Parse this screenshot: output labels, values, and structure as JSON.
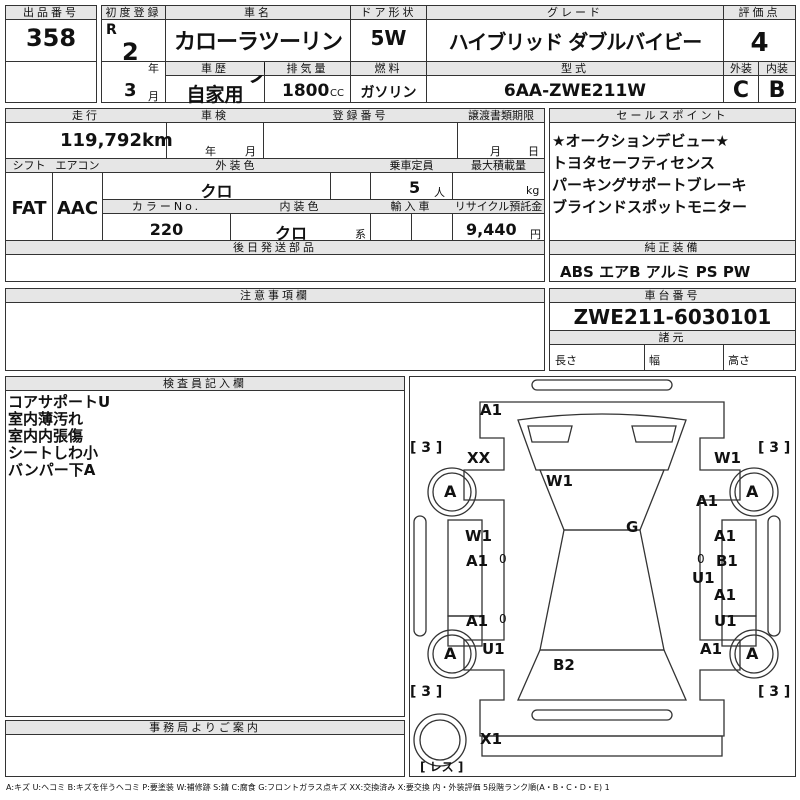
{
  "header": {
    "lot_label": "出品番号",
    "lot_number": "358",
    "first_reg_label": "初度登録",
    "era": "R",
    "year": "2",
    "year_unit": "年",
    "month": "3",
    "month_unit": "月",
    "car_name_label": "車名",
    "car_name": "カローラツーリング",
    "door_label": "ドア形状",
    "door": "5W",
    "grade_label": "グレード",
    "grade": "ハイブリッド ダブルバイビー",
    "score_label": "評価点",
    "score": "4",
    "history_label": "車歴",
    "history": "自家用",
    "displacement_label": "排気量",
    "displacement": "1800",
    "displacement_unit": "CC",
    "fuel_label": "燃料",
    "fuel": "ガソリン",
    "model_label": "型式",
    "model": "6AA-ZWE211W",
    "exterior_label": "外装",
    "exterior": "C",
    "interior_label": "内装",
    "interior": "B"
  },
  "row2": {
    "mileage_label": "走行",
    "mileage": "119,792",
    "mileage_unit": "km",
    "inspection_label": "車検",
    "inspection_year_unit": "年",
    "inspection_month_unit": "月",
    "registration_label": "登録番号",
    "transfer_label": "譲渡書類期限",
    "transfer_month_unit": "月",
    "transfer_day_unit": "日",
    "shift_label": "シフト",
    "shift": "FAT",
    "ac_label": "エアコン",
    "ac": "AAC",
    "ext_color_label": "外装色",
    "ext_color": "クロ",
    "capacity_label": "乗車定員",
    "capacity": "5",
    "capacity_unit": "人",
    "max_load_label": "最大積載量",
    "max_load_unit": "kg",
    "color_no_label": "カラーNo.",
    "color_no": "220",
    "int_color_label": "内装色",
    "int_color": "クロ",
    "int_color_unit": "系",
    "import_label": "輸入車",
    "recycle_label": "リサイクル預託金",
    "recycle": "9,440",
    "recycle_unit": "円",
    "later_parts_label": "後日発送部品"
  },
  "sales_points": {
    "label": "セールスポイント",
    "items": [
      "★オークションデビュー★",
      "トヨタセーフティセンス",
      "パーキングサポートブレーキ",
      "ブラインドスポットモニター"
    ]
  },
  "equipment": {
    "label": "純正装備",
    "items": "ABS エアB アルミ PS PW"
  },
  "notes": {
    "label": "注意事項欄"
  },
  "chassis": {
    "label": "車台番号",
    "number": "ZWE211-6030101",
    "specs_label": "諸元",
    "length_label": "長さ",
    "width_label": "幅",
    "height_label": "高さ"
  },
  "inspector": {
    "label": "検査員記入欄",
    "lines": [
      "コアサポートU",
      "室内薄汚れ",
      "室内内張傷",
      "シートしわ小",
      "バンパー下A"
    ]
  },
  "office": {
    "label": "事務局よりご案内"
  },
  "diagram": {
    "tire_brackets": [
      "[ 3 ]",
      "[ 3 ]",
      "[ 3 ]",
      "[ 3 ]"
    ],
    "tire_marks": [
      "A",
      "A",
      "A",
      "A"
    ],
    "spare_label": "[ レス ]",
    "marks": [
      {
        "text": "A1"
      },
      {
        "text": "XX"
      },
      {
        "text": "W1"
      },
      {
        "text": "W1"
      },
      {
        "text": "A1"
      },
      {
        "text": "G"
      },
      {
        "text": "W1"
      },
      {
        "text": "A1"
      },
      {
        "text": "0"
      },
      {
        "text": "A1"
      },
      {
        "text": "B1"
      },
      {
        "text": "0"
      },
      {
        "text": "U1"
      },
      {
        "text": "A1"
      },
      {
        "text": "A1"
      },
      {
        "text": "0"
      },
      {
        "text": "U1"
      },
      {
        "text": "U1"
      },
      {
        "text": "A1"
      },
      {
        "text": "B2"
      },
      {
        "text": "X1"
      }
    ]
  },
  "legend": "A:キズ U:ヘコミ B:キズを伴うヘコミ P:要塗装 W:補修跡 S:錆 C:腐食 G:フロントガラス点キズ XX:交換済み X:要交換 内・外装評価 5段階ランク順(A・B・C・D・E) 1"
}
